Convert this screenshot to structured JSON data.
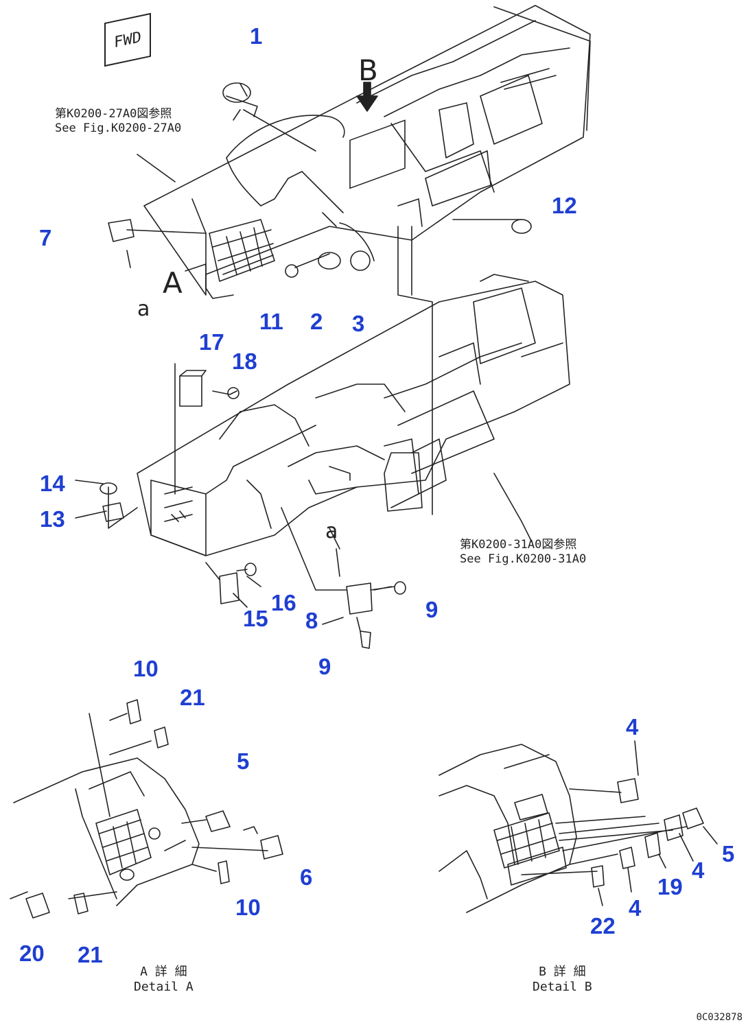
{
  "fwd_label": "FWD",
  "ref_top": {
    "jp": "第K0200-27A0図参照",
    "en": "See Fig.K0200-27A0"
  },
  "ref_mid": {
    "jp": "第K0200-31A0図参照",
    "en": "See Fig.K0200-31A0"
  },
  "view_letters": {
    "a": "A",
    "b": "B",
    "small_a_1": "a",
    "small_a_2": "a"
  },
  "detail_a": {
    "jp": "A 詳 細",
    "en": "Detail A"
  },
  "detail_b": {
    "jp": "B 詳 細",
    "en": "Detail B"
  },
  "drawing_code": "0C032878",
  "callouts": {
    "c1": "1",
    "c2": "2",
    "c3": "3",
    "c7": "7",
    "c11": "11",
    "c12": "12",
    "c13": "13",
    "c14": "14",
    "c15": "15",
    "c16": "16",
    "c17": "17",
    "c18": "18",
    "c8": "8",
    "c9a": "9",
    "c9b": "9",
    "a10a": "10",
    "a21a": "21",
    "a5": "5",
    "a6": "6",
    "a10b": "10",
    "a20": "20",
    "a21b": "21",
    "b4a": "4",
    "b5": "5",
    "b4b": "4",
    "b19": "19",
    "b4c": "4",
    "b22": "22"
  },
  "colors": {
    "callout": "#1f3fd1",
    "line": "#222222"
  }
}
